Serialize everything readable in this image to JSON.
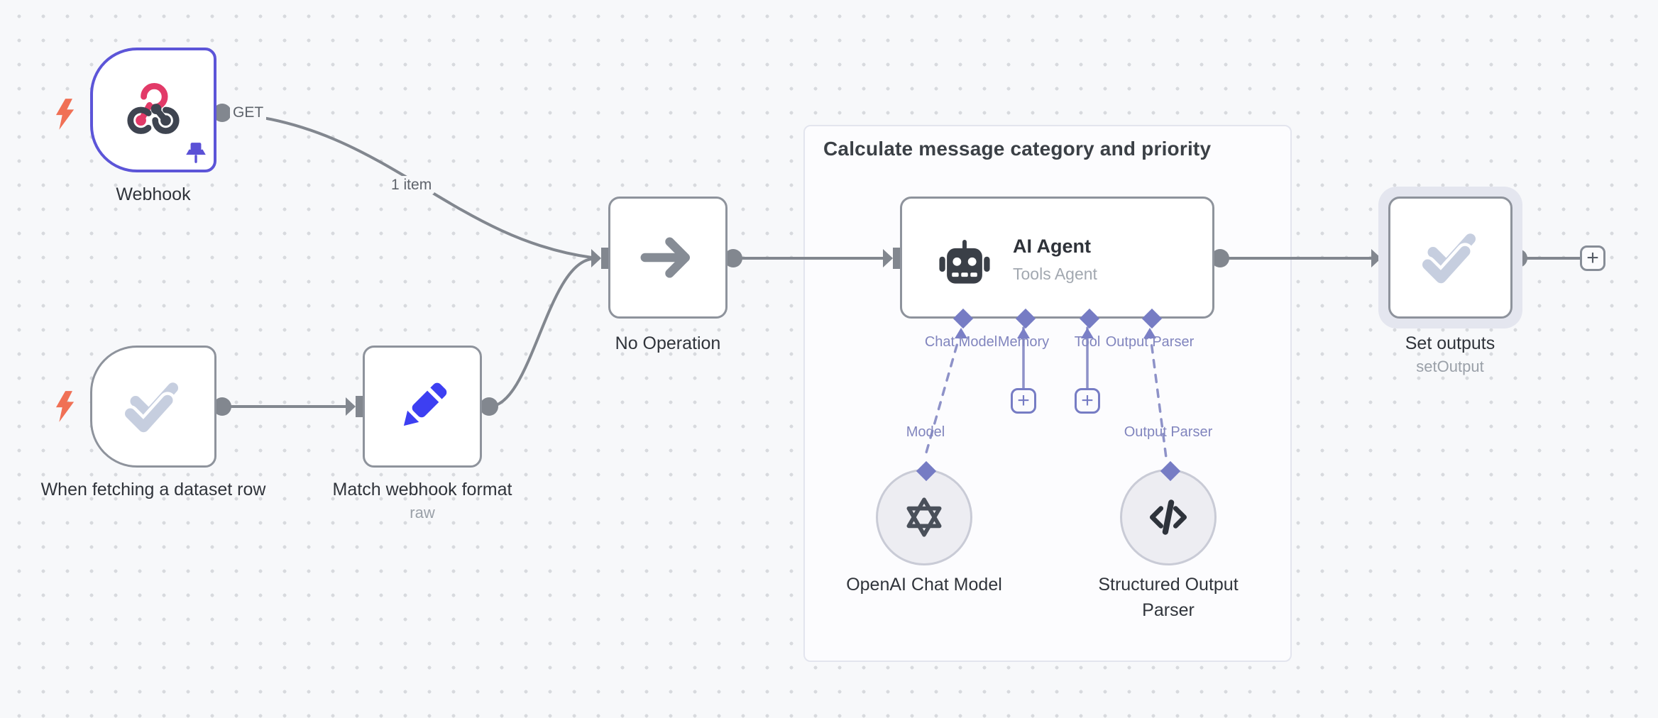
{
  "workflow": {
    "group": {
      "title": "Calculate message category and priority"
    },
    "nodes": {
      "webhook": {
        "label": "Webhook",
        "method": "GET"
      },
      "dataset_trigger": {
        "label": "When fetching a dataset row"
      },
      "match_webhook_format": {
        "label": "Match webhook format",
        "subtitle": "raw"
      },
      "no_operation": {
        "label": "No Operation"
      },
      "ai_agent": {
        "label": "AI Agent",
        "subtitle": "Tools Agent",
        "ports": [
          "Chat Model",
          "Memory",
          "Tool",
          "Output Parser"
        ]
      },
      "openai_chat_model": {
        "label": "OpenAI Chat Model",
        "port_label": "Model"
      },
      "structured_output_parser": {
        "label": "Structured Output Parser",
        "port_label": "Output Parser"
      },
      "set_outputs": {
        "label": "Set outputs",
        "subtitle": "setOutput"
      }
    },
    "connections": {
      "webhook_to_noop_items": "1 item"
    },
    "buttons": {
      "add_memory": "+",
      "add_tool": "+",
      "add_next_node": "+"
    },
    "colors": {
      "selected_node_border": "#5c55d8",
      "node_border": "#8e939c",
      "wire": "#82878f",
      "ai_port": "#767cc4",
      "trigger_bolt": "#f07055",
      "edit_icon_blue": "#3d3ff2",
      "webhook_pink": "#e23a68",
      "check_icon": "#c6cedf",
      "canvas_bg": "#f7f8fa"
    }
  }
}
